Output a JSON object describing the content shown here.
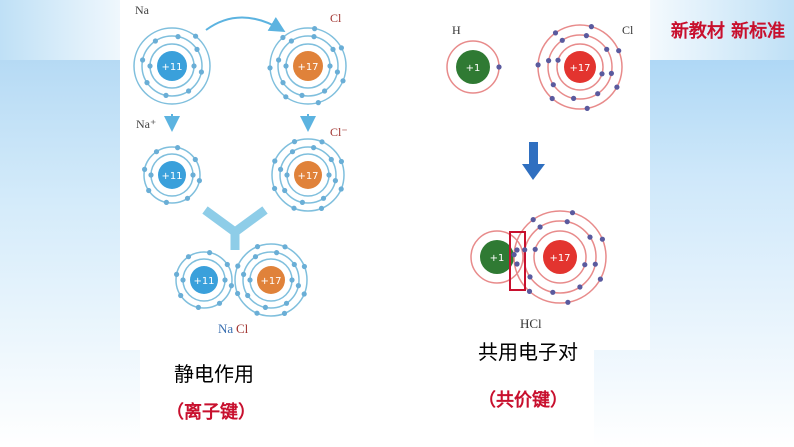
{
  "brand": {
    "text": "新教材 新标准"
  },
  "left": {
    "na_label": "Na",
    "cl_label": "Cl",
    "na_ion_label": "Na⁺",
    "cl_ion_label": "Cl⁻",
    "nacl_label_na": "Na",
    "nacl_label_cl": "Cl",
    "na_charge": "+11",
    "cl_charge": "+17",
    "caption": "静电作用",
    "subcaption": "（离子键）"
  },
  "right": {
    "h_label": "H",
    "cl_label": "Cl",
    "h_charge": "+1",
    "cl_charge": "+17",
    "hcl_label": "HCl",
    "caption": "共用电子对",
    "subcaption": "（共价键）"
  },
  "colors": {
    "na_nucleus": "#3aa0db",
    "cl_nucleus_left": "#e0823a",
    "h_nucleus": "#2f7a33",
    "cl_nucleus_right": "#e3342f",
    "shell_left": "#7fbfdd",
    "shell_right": "#e88b8b",
    "electron_left": "#6aaed6",
    "electron_right": "#5a5a9e",
    "arrow_left": "#5cb3e0",
    "arrow_right": "#2f6fc0",
    "highlight_box": "#c8102e",
    "red_text": "#c8102e"
  }
}
